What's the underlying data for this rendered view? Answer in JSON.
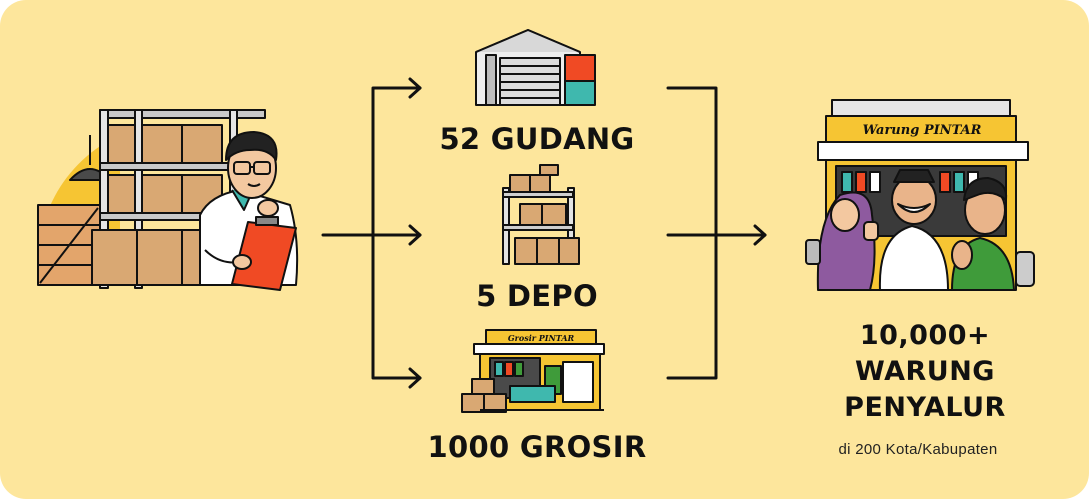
{
  "diagram": {
    "nodes": [
      {
        "id": "gudang",
        "label": "52 GUDANG",
        "icon": "warehouse-icon"
      },
      {
        "id": "depo",
        "label": "5 DEPO",
        "icon": "depot-shelf-icon"
      },
      {
        "id": "grosir",
        "label": "1000 GROSIR",
        "icon": "grosir-store-icon"
      }
    ],
    "source": {
      "icon": "warehouse-worker-icon"
    },
    "target": {
      "icon": "warung-pintar-store-icon",
      "sign_text": "Warung PINTAR",
      "lines": [
        "10,000+",
        "WARUNG",
        "PENYALUR"
      ],
      "sub": "di 200 Kota/Kabupaten"
    },
    "grosir_sign_text": "Grosir PINTAR"
  },
  "colors": {
    "background": "#FDE69C",
    "accent_yellow": "#F6C533",
    "ink": "#111111",
    "red": "#F04A24",
    "teal": "#3FB8AE",
    "green": "#3F9B3A",
    "box": "#D9A873"
  }
}
